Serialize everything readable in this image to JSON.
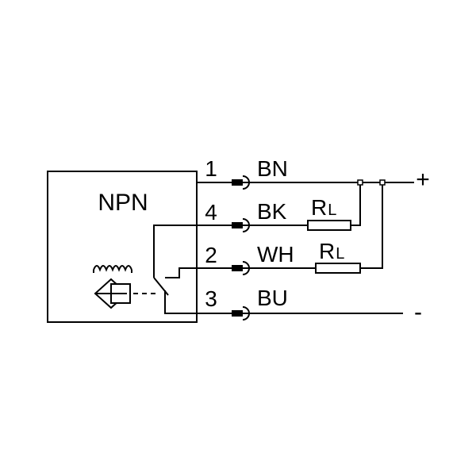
{
  "sensor": {
    "type_label": "NPN"
  },
  "pins": [
    {
      "number": "1",
      "color": "BN"
    },
    {
      "number": "4",
      "color": "BK"
    },
    {
      "number": "2",
      "color": "WH"
    },
    {
      "number": "3",
      "color": "BU"
    }
  ],
  "loads": [
    {
      "letter": "R",
      "subscript": "L"
    },
    {
      "letter": "R",
      "subscript": "L"
    }
  ],
  "supply": {
    "positive": "+",
    "negative": "-"
  }
}
